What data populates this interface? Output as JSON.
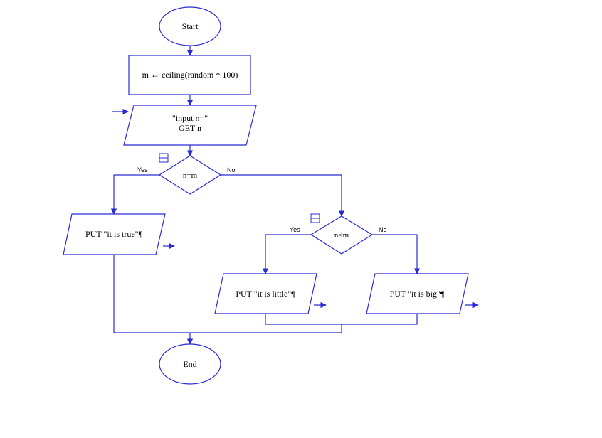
{
  "flowchart": {
    "start": "Start",
    "assign": "m ← ceiling(random * 100)",
    "input_line1": "\"input n=\"",
    "input_line2": "GET n",
    "decision1": "n=m",
    "decision1_yes": "Yes",
    "decision1_no": "No",
    "out_true": "PUT \"it is true\"¶",
    "decision2": "n<m",
    "decision2_yes": "Yes",
    "decision2_no": "No",
    "out_little": "PUT \"it is little\"¶",
    "out_big": "PUT \"it is big\"¶",
    "end": "End"
  },
  "colors": {
    "stroke": "#2a2ad6",
    "background": "#ffffff"
  }
}
